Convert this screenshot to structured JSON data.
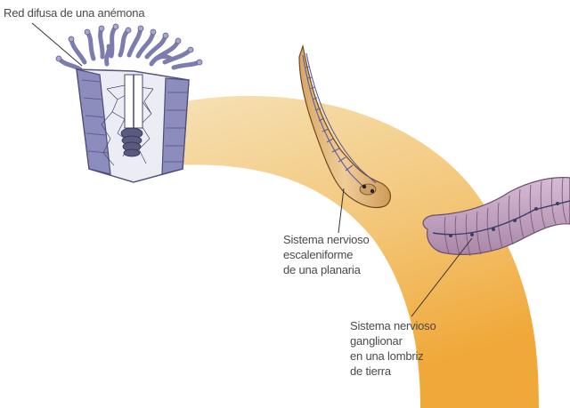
{
  "colors": {
    "arc_light": "#f6e2b8",
    "arc_dark": "#f0a838",
    "nerve_purple": "#7f7fb0",
    "tentacle": "#9b9bc6",
    "planaria_fill": "#e8c08a",
    "worm_fill": "#c4a2c2",
    "label_text": "#4a4a4a"
  },
  "labels": {
    "anemone": [
      "Red difusa de una anémona"
    ],
    "planaria": [
      "Sistema nervioso",
      "escaleniforme",
      "de una planaria"
    ],
    "worm": [
      "Sistema nervioso",
      "ganglionar",
      "en una lombriz",
      "de tierra"
    ]
  },
  "illustrations": {
    "anemone": "sea-anemone-cutaway",
    "planaria": "planarian-flatworm",
    "worm": "earthworm-segment"
  }
}
